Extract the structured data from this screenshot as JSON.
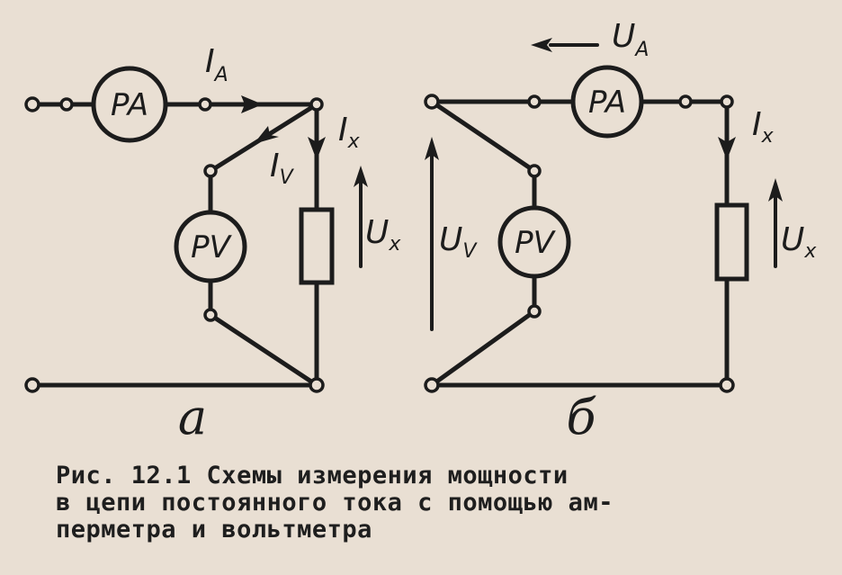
{
  "diagram_a": {
    "meter_a": "PA",
    "meter_v": "PV",
    "current_a_main": "I",
    "current_a_main_sub": "A",
    "current_x_main": "I",
    "current_x_sub": "x",
    "current_v_main": "I",
    "current_v_sub": "V",
    "voltage_x_main": "U",
    "voltage_x_sub": "x",
    "part_label": "а"
  },
  "diagram_b": {
    "meter_a": "PA",
    "meter_v": "PV",
    "voltage_a_main": "U",
    "voltage_a_sub": "A",
    "current_x_main": "I",
    "current_x_sub": "x",
    "voltage_v_main": "U",
    "voltage_v_sub": "V",
    "voltage_x_main": "U",
    "voltage_x_sub": "x",
    "part_label": "б"
  },
  "caption": {
    "line1": "Рис.  12.1 Схемы измерения мощности",
    "line2": "в цепи постоянного тока с помощью ам-",
    "line3": "перметра и вольтметра"
  }
}
